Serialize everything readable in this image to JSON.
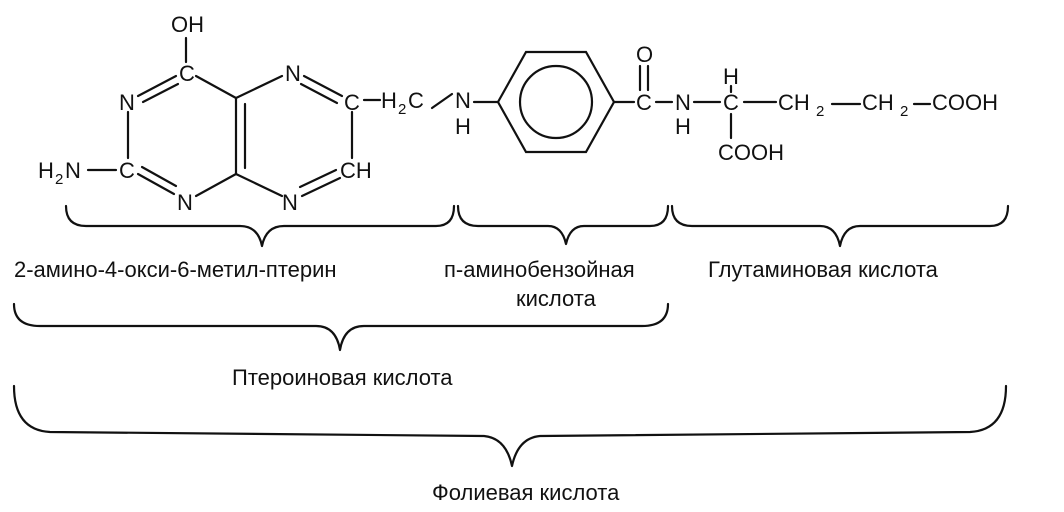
{
  "molecule": {
    "atoms": {
      "oh": "OH",
      "c_top": "C",
      "n_left": "N",
      "n_right_top": "N",
      "c6": "C",
      "h2c": "H",
      "h2c_sub": "2",
      "h2c_c": "C",
      "nh_n": "N",
      "nh_h": "H",
      "h2n_h": "H",
      "h2n_sub": "2",
      "h2n_n": "N",
      "c2": "C",
      "n_bottom_left": "N",
      "n_bottom_right": "N",
      "ch": "CH",
      "carbonyl_o": "O",
      "carbonyl_c": "C",
      "amide_n": "N",
      "amide_h": "H",
      "alpha_h": "H",
      "alpha_c": "C",
      "ch2_a_c": "CH",
      "ch2_a_sub": "2",
      "ch2_b_c": "CH",
      "ch2_b_sub": "2",
      "cooh_end": "COOH",
      "cooh_alpha": "COOH"
    }
  },
  "labels": {
    "pterin": "2-амино-4-окси-6-метил-птерин",
    "paba_line1": "п-аминобензойная",
    "paba_line2": "кислота",
    "glutamic": "Глутаминовая кислота",
    "pteroic": "Птероиновая кислота",
    "folic": "Фолиевая кислота"
  }
}
